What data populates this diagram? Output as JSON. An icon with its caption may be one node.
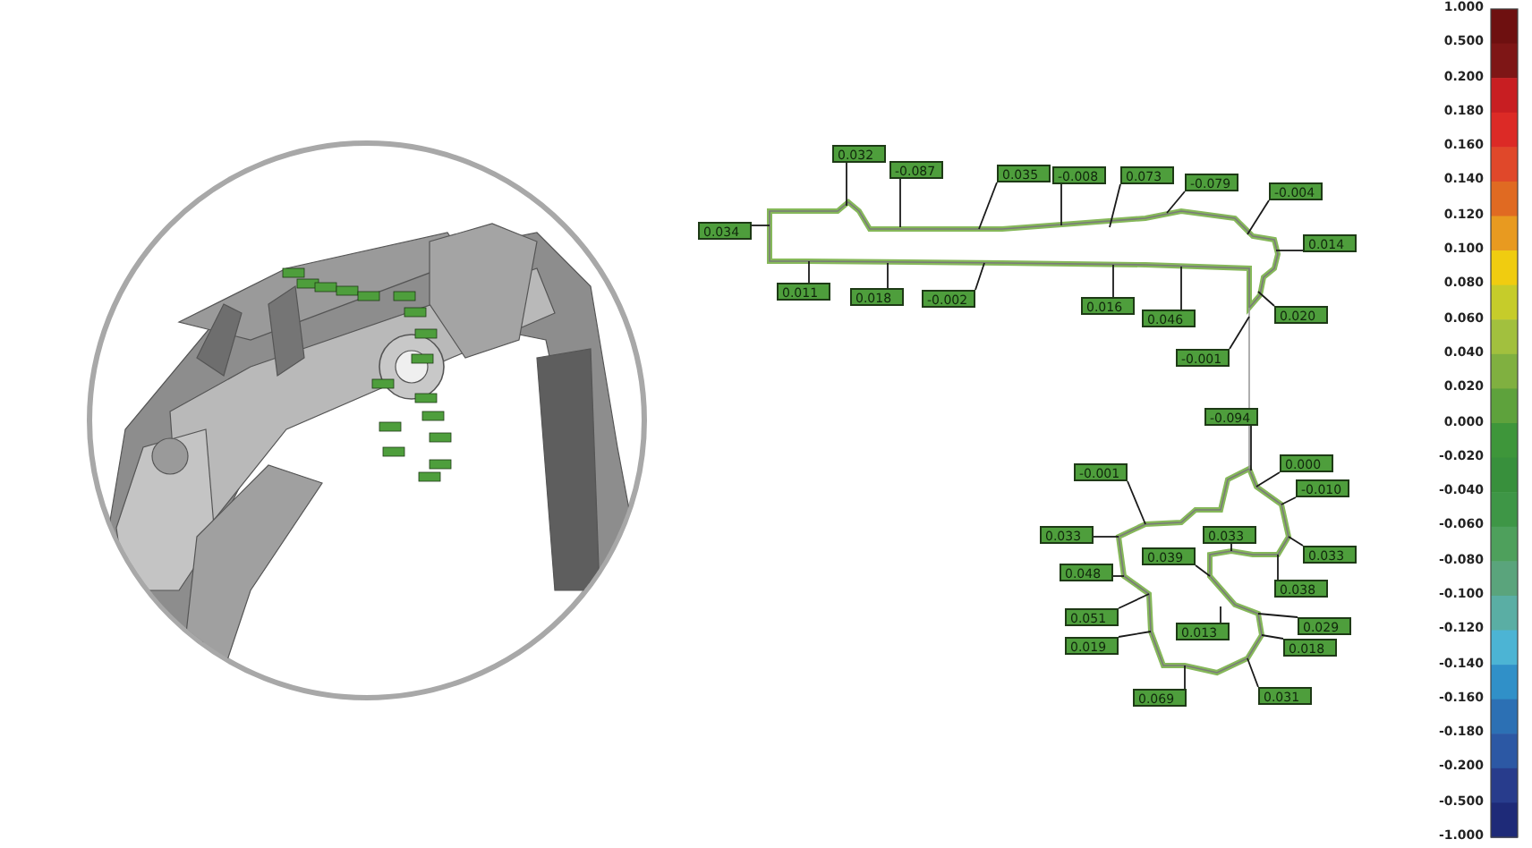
{
  "diagram": {
    "nodes": [
      {
        "text": [
          "0.032"
        ]
      },
      {
        "text": [
          "-0.087"
        ]
      },
      {
        "text": [
          "0.035"
        ]
      },
      {
        "text": [
          "-0.008"
        ]
      },
      {
        "text": [
          "0.073"
        ]
      },
      {
        "text": [
          "-0.079"
        ]
      },
      {
        "text": [
          "-0.004"
        ]
      },
      {
        "text": [
          "0.034"
        ]
      },
      {
        "text": [
          "0.014"
        ]
      },
      {
        "text": [
          "0.011"
        ]
      },
      {
        "text": [
          "0.018"
        ]
      },
      {
        "text": [
          "-0.002"
        ]
      },
      {
        "text": [
          "0.016"
        ]
      },
      {
        "text": [
          "0.046"
        ]
      },
      {
        "text": [
          "0.020"
        ]
      },
      {
        "text": [
          "-0.001"
        ]
      },
      {
        "text": [
          "-0.094"
        ]
      },
      {
        "text": [
          "-0.001"
        ]
      },
      {
        "text": [
          "0.000"
        ]
      },
      {
        "text": [
          "-0.010"
        ]
      },
      {
        "text": [
          "0.033"
        ]
      },
      {
        "text": [
          "0.033"
        ]
      },
      {
        "text": [
          "0.033"
        ]
      },
      {
        "text": [
          "0.039"
        ]
      },
      {
        "text": [
          "0.048"
        ]
      },
      {
        "text": [
          "0.038"
        ]
      },
      {
        "text": [
          "0.051"
        ]
      },
      {
        "text": [
          "0.013"
        ]
      },
      {
        "text": [
          "0.029"
        ]
      },
      {
        "text": [
          "0.019"
        ]
      },
      {
        "text": [
          "0.018"
        ]
      },
      {
        "text": [
          "0.069"
        ]
      },
      {
        "text": [
          "0.031"
        ]
      }
    ],
    "edges": [
      {
        "from": 0,
        "to": null,
        "arrow": "none"
      },
      {
        "from": 1,
        "to": null,
        "arrow": "none"
      },
      {
        "from": 2,
        "to": null,
        "arrow": "none"
      },
      {
        "from": 3,
        "to": null,
        "arrow": "none"
      },
      {
        "from": 4,
        "to": null,
        "arrow": "none"
      },
      {
        "from": 5,
        "to": null,
        "arrow": "none"
      },
      {
        "from": 6,
        "to": null,
        "arrow": "none"
      },
      {
        "from": 7,
        "to": null,
        "arrow": "none"
      },
      {
        "from": 8,
        "to": null,
        "arrow": "none"
      },
      {
        "from": 9,
        "to": null,
        "arrow": "none"
      },
      {
        "from": 10,
        "to": null,
        "arrow": "none"
      },
      {
        "from": 11,
        "to": null,
        "arrow": "none"
      },
      {
        "from": 12,
        "to": null,
        "arrow": "none"
      },
      {
        "from": 13,
        "to": null,
        "arrow": "none"
      },
      {
        "from": 14,
        "to": null,
        "arrow": "none"
      },
      {
        "from": 15,
        "to": null,
        "arrow": "none"
      },
      {
        "from": 16,
        "to": null,
        "arrow": "none"
      },
      {
        "from": 17,
        "to": null,
        "arrow": "none"
      },
      {
        "from": 18,
        "to": null,
        "arrow": "none"
      },
      {
        "from": 19,
        "to": null,
        "arrow": "none"
      },
      {
        "from": 20,
        "to": null,
        "arrow": "none"
      },
      {
        "from": 21,
        "to": null,
        "arrow": "none"
      },
      {
        "from": 22,
        "to": null,
        "arrow": "none"
      },
      {
        "from": 23,
        "to": null,
        "arrow": "none"
      },
      {
        "from": 24,
        "to": null,
        "arrow": "none"
      },
      {
        "from": 25,
        "to": null,
        "arrow": "none"
      },
      {
        "from": 26,
        "to": null,
        "arrow": "none"
      },
      {
        "from": 27,
        "to": null,
        "arrow": "none"
      },
      {
        "from": 28,
        "to": null,
        "arrow": "none"
      },
      {
        "from": 29,
        "to": null,
        "arrow": "none"
      },
      {
        "from": 30,
        "to": null,
        "arrow": "none"
      },
      {
        "from": 31,
        "to": null,
        "arrow": "none"
      },
      {
        "from": 32,
        "to": null,
        "arrow": "none"
      }
    ],
    "labels": [
      "1.000",
      "0.500",
      "0.200",
      "0.180",
      "0.160",
      "0.140",
      "0.120",
      "0.100",
      "0.080",
      "0.060",
      "0.040",
      "0.020",
      "0.000",
      "-0.020",
      "-0.040",
      "-0.060",
      "-0.080",
      "-0.100",
      "-0.120",
      "-0.140",
      "-0.160",
      "-0.180",
      "-0.200",
      "-0.500",
      "-1.000"
    ]
  }
}
